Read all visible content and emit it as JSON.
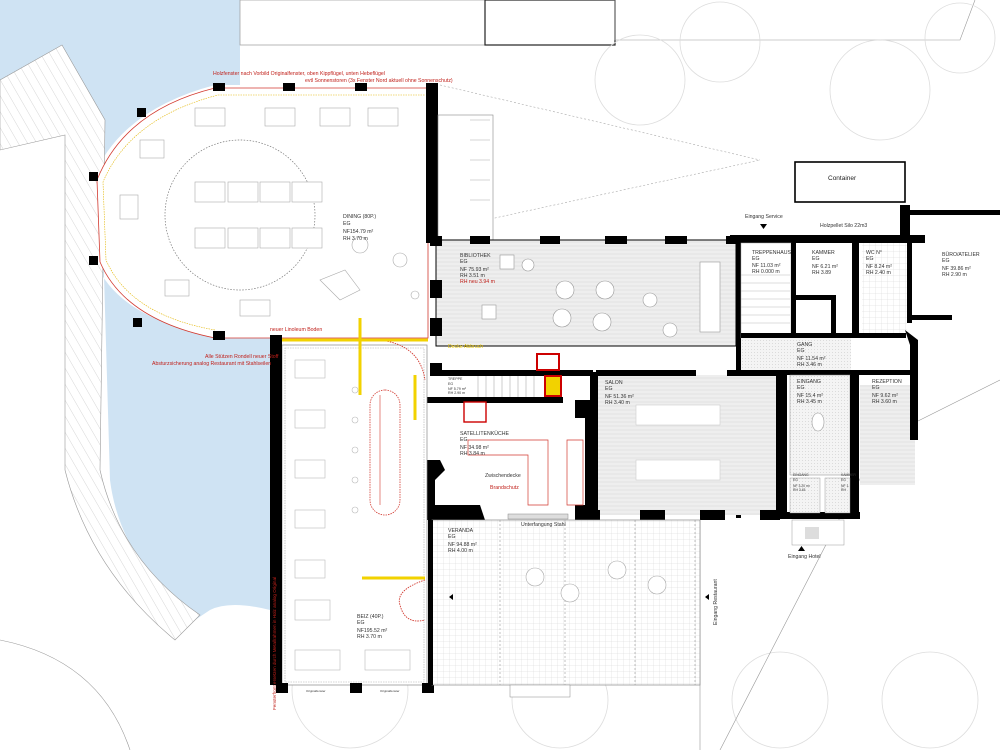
{
  "plan": {
    "colors": {
      "water": "#cfe3f3",
      "wall": "#000000",
      "annotation_red": "#c0201a",
      "demolition_yellow": "#f2d200",
      "floor_hatch": "#ebebeb"
    },
    "rooms": [
      {
        "id": "dining",
        "name": "DINING (80P.)",
        "floor": "EG",
        "nf": "NF154.79 m²",
        "rh": "RH    3.70 m"
      },
      {
        "id": "bibliothek",
        "name": "BIBLIOTHEK",
        "floor": "EG",
        "nf": "NF  75.93 m²",
        "rh": "RH    3.51 m",
        "rh_new": "RH  neu 3.94 m"
      },
      {
        "id": "treppenhaus",
        "name": "TREPPENHAUS",
        "floor": "EG",
        "nf": "NF  11.03 m²",
        "rh": "RH  0.000 m"
      },
      {
        "id": "kammer",
        "name": "KAMMER",
        "floor": "EG",
        "nf": "NF    6.21 m²",
        "rh": "RH         3.89"
      },
      {
        "id": "wc",
        "name": "WC N°",
        "floor": "EG",
        "nf": "NF    8.24 m²",
        "rh": "RH    2.40 m"
      },
      {
        "id": "buero",
        "name": "BÜRO/ATELIER",
        "floor": "EG",
        "nf": "NF  39.86 m²",
        "rh": "RH    2.90 m"
      },
      {
        "id": "gang",
        "name": "GANG",
        "floor": "EG",
        "nf": "NF  11.54 m²",
        "rh": "RH    3.46 m"
      },
      {
        "id": "eingang",
        "name": "EINGANG",
        "floor": "EG",
        "nf": "NF    15.4 m²",
        "rh": "RH    3.45 m"
      },
      {
        "id": "rezeption",
        "name": "REZEPTION",
        "floor": "EG",
        "nf": "NF    9.62 m²",
        "rh": "RH    3.60 m"
      },
      {
        "id": "salon",
        "name": "SALON",
        "floor": "EG",
        "nf": "NF  51.36 m²",
        "rh": "RH    3.40 m"
      },
      {
        "id": "treppe",
        "name": "TREPPE",
        "floor": "EG",
        "nf": "NF    5.79 m²",
        "rh": "RH    2.90 m"
      },
      {
        "id": "kueche",
        "name": "SATELLITENKÜCHE",
        "floor": "EG",
        "nf": "NF  34.98 m²",
        "rh": "RH    3.84 m"
      },
      {
        "id": "veranda",
        "name": "VERANDA",
        "floor": "EG",
        "nf": "NF  94.88 m²",
        "rh": "RH    4.00 m"
      },
      {
        "id": "beiz",
        "name": "BEIZ (40P.)",
        "floor": "EG",
        "nf": "NF195.52 m²",
        "rh": "RH    3.70 m"
      },
      {
        "id": "eingang_klein",
        "name": "EINGANG",
        "floor": "EG",
        "nf": "NF  3.20 m²",
        "rh": "RH     3.45"
      },
      {
        "id": "kammer_klein",
        "name": "KAMMER",
        "floor": "EG",
        "nf": "NF  1.",
        "rh": "RH"
      }
    ],
    "labels": {
      "container": "Container",
      "silo": "Holzpellet Silo 22m3",
      "eingang_service": "Eingang Service",
      "eingang_hotel": "Eingang Hotel",
      "eingang_restaurant": "Eingang Restaurant",
      "unterfangung": "Unterfangung Stahl",
      "zwischendecke": "Zwischendecke",
      "brandschutz": "Brandschutz",
      "decke_abbruch": "Decke Abbruch",
      "originalfenster": "Originalfenster"
    },
    "annotations": {
      "holzfenster": "Holzfenster nach Vorbild Originalfenster, oben Kippflügel, unten Hebeflügel",
      "sonnenstoren": "evtl Sonnenstoren (3x Fenster Nord aktuell ohne Sonnenschutz)",
      "linoleum": "neuer Linoleum Boden",
      "stuetzen": "Alle Stützen Rondell neuer Stoff",
      "absturz": "Absturzsicherung analog Restaurant mit Stahlseilen",
      "fensterfront": "Fensterfront ersetzen durch Metallrahmen in Holz analog Original"
    }
  }
}
